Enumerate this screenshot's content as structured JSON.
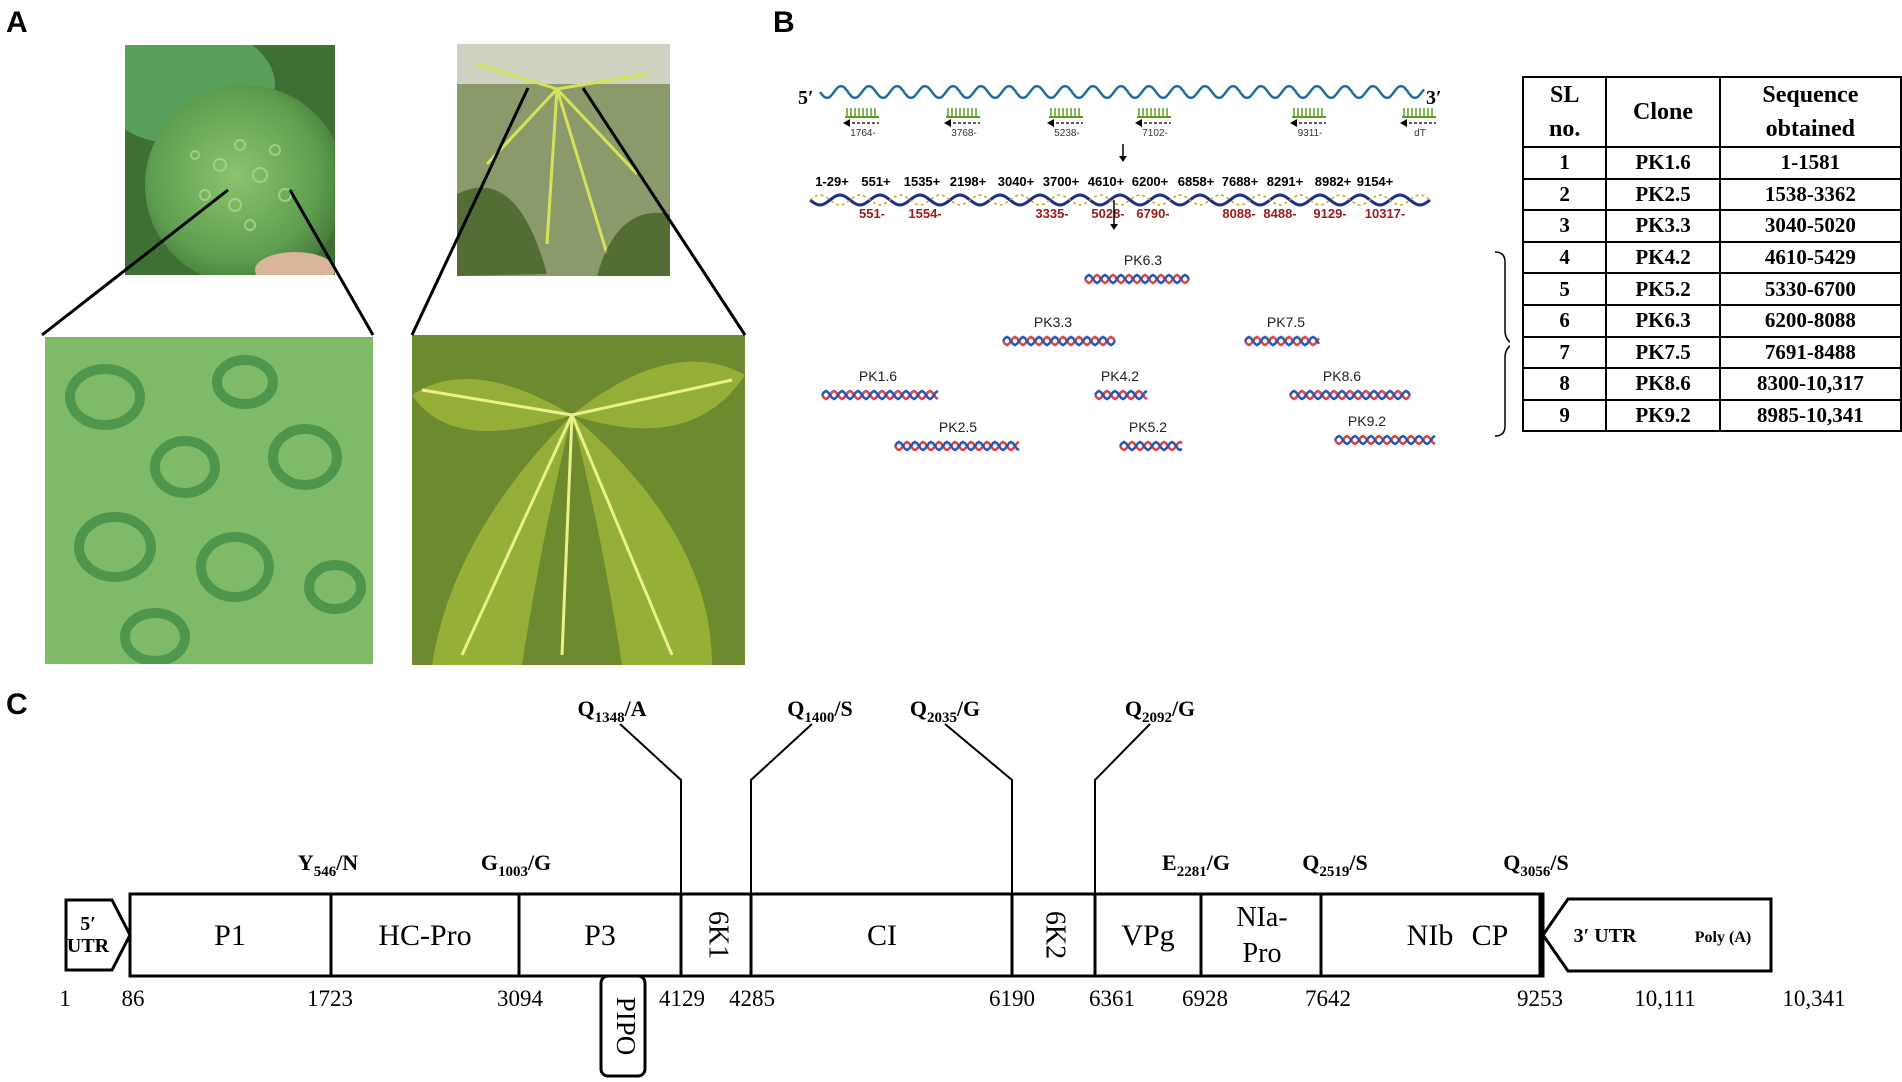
{
  "panels": {
    "a": "A",
    "b": "B",
    "c": "C"
  },
  "colors": {
    "rna_strand": "#1f6fa1",
    "primer_green": "#5a9e1f",
    "reverse_primer_red": "#9b1a1a",
    "clone_red": "#d94646",
    "clone_blue": "#2a55b8",
    "fruit_green": "#6ba85a",
    "leaf_green": "#b7c23c"
  },
  "panel_b": {
    "five_prime": "5′",
    "three_prime": "3′",
    "rt_primers": [
      "1764-",
      "3768-",
      "5238-",
      "7102-",
      "9311-",
      "dT"
    ],
    "forward_primers": [
      "1-29+",
      "551+",
      "1535+",
      "2198+",
      "3040+",
      "3700+",
      "4610+",
      "6200+",
      "6858+",
      "7688+",
      "8291+",
      "8982+",
      "9154+"
    ],
    "reverse_primers": [
      "551-",
      "1554-",
      "3335-",
      "5028-",
      "6790-",
      "8088-",
      "8488-",
      "9129-",
      "10317-"
    ],
    "clones": [
      "PK6.3",
      "PK3.3",
      "PK7.5",
      "PK1.6",
      "PK4.2",
      "PK8.6",
      "PK2.5",
      "PK5.2",
      "PK9.2"
    ]
  },
  "table": {
    "headers": [
      "SL no.",
      "Clone",
      "Sequence obtained"
    ],
    "header_lines": [
      [
        "SL",
        "no."
      ],
      [
        "Clone"
      ],
      [
        "Sequence",
        "obtained"
      ]
    ],
    "rows": [
      [
        "1",
        "PK1.6",
        "1-1581"
      ],
      [
        "2",
        "PK2.5",
        "1538-3362"
      ],
      [
        "3",
        "PK3.3",
        "3040-5020"
      ],
      [
        "4",
        "PK4.2",
        "4610-5429"
      ],
      [
        "5",
        "PK5.2",
        "5330-6700"
      ],
      [
        "6",
        "PK6.3",
        "6200-8088"
      ],
      [
        "7",
        "PK7.5",
        "7691-8488"
      ],
      [
        "8",
        "PK8.6",
        "8300-10,317"
      ],
      [
        "9",
        "PK9.2",
        "8985-10,341"
      ]
    ]
  },
  "panel_c": {
    "utr5": [
      "5′",
      "UTR"
    ],
    "utr3": "3′ UTR",
    "poly_a": "Poly (A)",
    "genes": [
      "P1",
      "HC-Pro",
      "P3",
      "6K1",
      "CI",
      "6K2",
      "VPg",
      "NIa-Pro",
      "NIb",
      "CP"
    ],
    "nia_lines": [
      "NIa-",
      "Pro"
    ],
    "pipo": "PIPO",
    "positions": [
      "1",
      "86",
      "1723",
      "3094",
      "4129",
      "4285",
      "6190",
      "6361",
      "6928",
      "7642",
      "9253",
      "10,111",
      "10,341"
    ],
    "upper_cleavage": [
      {
        "aa": "Q",
        "sub": "1348",
        "rest": "/A"
      },
      {
        "aa": "Q",
        "sub": "1400",
        "rest": "/S"
      },
      {
        "aa": "Q",
        "sub": "2035",
        "rest": "/G"
      },
      {
        "aa": "Q",
        "sub": "2092",
        "rest": "/G"
      }
    ],
    "lower_cleavage": [
      {
        "aa": "Y",
        "sub": "546",
        "rest": "/N"
      },
      {
        "aa": "G",
        "sub": "1003",
        "rest": "/G"
      },
      {
        "aa": "E",
        "sub": "2281",
        "rest": "/G"
      },
      {
        "aa": "Q",
        "sub": "2519",
        "rest": "/S"
      },
      {
        "aa": "Q",
        "sub": "3056",
        "rest": "/S"
      }
    ]
  }
}
